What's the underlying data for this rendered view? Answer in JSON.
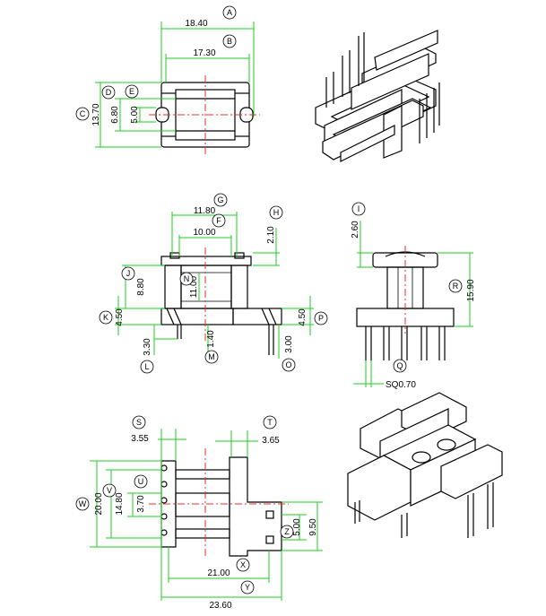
{
  "colors": {
    "dimension_line": "#22cc22",
    "center_line": "#e0302a",
    "outline": "#000000"
  },
  "top_view": {
    "A": {
      "badge": "A",
      "value": "18.40"
    },
    "B": {
      "badge": "B",
      "value": "17.30"
    },
    "C": {
      "badge": "C",
      "value": "13.70"
    },
    "D": {
      "badge": "D",
      "value": "6.80"
    },
    "E": {
      "badge": "E",
      "value": "5.00"
    }
  },
  "front_view": {
    "G": {
      "badge": "G",
      "value": "11.80"
    },
    "F": {
      "badge": "F",
      "value": "10.00"
    },
    "H": {
      "badge": "H",
      "value": "2.10"
    },
    "J": {
      "badge": "J",
      "value": "8.80"
    },
    "N": {
      "badge": "N",
      "value": "11.00"
    },
    "K": {
      "badge": "K",
      "value": "4.50"
    },
    "P": {
      "badge": "P",
      "value": "4.50"
    },
    "L": {
      "badge": "L",
      "value": "3.30"
    },
    "M": {
      "badge": "M",
      "value": "1.40"
    },
    "O": {
      "badge": "O",
      "value": "3.00"
    }
  },
  "side_view": {
    "I": {
      "badge": "I",
      "value": "2.60"
    },
    "R": {
      "badge": "R",
      "value": "15.90"
    },
    "Q": {
      "badge": "Q",
      "value": "SQ0.70"
    }
  },
  "bottom_view": {
    "S": {
      "badge": "S",
      "value": "3.55"
    },
    "T": {
      "badge": "T",
      "value": "3.65"
    },
    "U": {
      "badge": "U",
      "value": "3.70"
    },
    "V": {
      "badge": "V",
      "value": "14.80"
    },
    "W": {
      "badge": "W",
      "value": "20.00"
    },
    "Z": {
      "badge": "Z",
      "value": "5.00"
    },
    "Z2": {
      "value": "9.50"
    },
    "X": {
      "badge": "X",
      "value": "21.00"
    },
    "Y": {
      "badge": "Y",
      "value": "23.60"
    }
  }
}
